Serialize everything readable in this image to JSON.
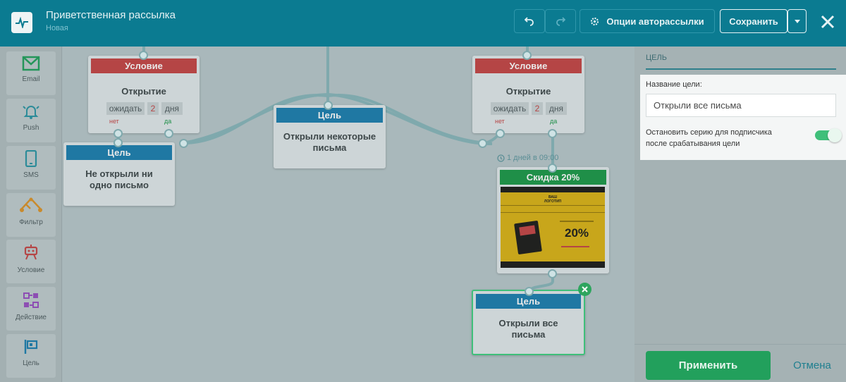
{
  "header": {
    "title": "Приветственная рассылка",
    "subtitle": "Новая",
    "options_label": "Опции авторассылки",
    "save_label": "Сохранить"
  },
  "sidebar": {
    "items": [
      {
        "label": "Email",
        "icon": "envelope-icon"
      },
      {
        "label": "Push",
        "icon": "bell-icon"
      },
      {
        "label": "SMS",
        "icon": "phone-icon"
      },
      {
        "label": "Фильтр",
        "icon": "filter-icon"
      },
      {
        "label": "Условие",
        "icon": "condition-icon"
      },
      {
        "label": "Действие",
        "icon": "action-icon"
      },
      {
        "label": "Цель",
        "icon": "flag-icon"
      }
    ]
  },
  "canvas": {
    "nodes": {
      "condition_left": {
        "header": "Условие",
        "text": "Открытие",
        "wait": "ожидать",
        "days_num": "2",
        "days": "дня",
        "no": "нет",
        "yes": "да"
      },
      "goal_left": {
        "header": "Цель",
        "line1": "Не открыли ни",
        "line2": "одно письмо"
      },
      "goal_middle": {
        "header": "Цель",
        "line1": "Открыли некоторые",
        "line2": "письма"
      },
      "condition_right": {
        "header": "Условие",
        "text": "Открытие",
        "wait": "ожидать",
        "days_num": "2",
        "days": "дня",
        "no": "нет",
        "yes": "да"
      },
      "timer": "1 дней в 09:00",
      "email_node": {
        "header": "Скидка 20%",
        "logo_l1": "ВАШ",
        "logo_l2": "ЛОГОТИП",
        "discount": "20%"
      },
      "goal_selected": {
        "header": "Цель",
        "line1": "Открыли все",
        "line2": "письма"
      }
    }
  },
  "panel": {
    "tab": "ЦЕЛЬ",
    "field_label": "Название цели:",
    "field_value": "Открыли все письма",
    "toggle_line1": "Остановить серию для подписчика",
    "toggle_line2": "после срабатывания цели",
    "toggle_on": true,
    "apply_label": "Применить",
    "cancel_label": "Отмена"
  },
  "colors": {
    "header_bg": "#0b7b91",
    "condition": "#b54545",
    "goal": "#1f78a3",
    "email": "#1f8f48",
    "apply": "#22a05c",
    "toggle": "#3fbf7a"
  }
}
